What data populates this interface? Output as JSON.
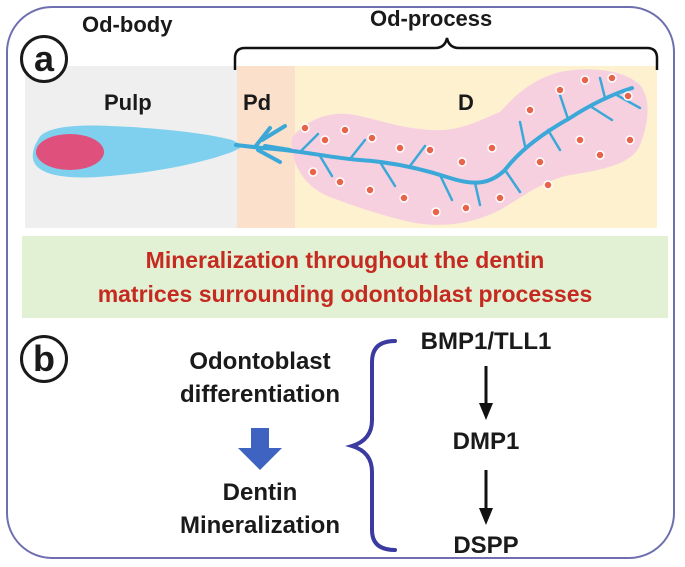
{
  "panel_a": {
    "label": "a",
    "od_body_label": "Od-body",
    "od_process_label": "Od-process",
    "region_pulp": "Pulp",
    "region_pd": "Pd",
    "region_d": "D",
    "mineralization_line1": "Mineralization throughout the dentin",
    "mineralization_line2": "matrices surrounding odontoblast processes"
  },
  "panel_b": {
    "label": "b",
    "left_top_line1": "Odontoblast",
    "left_top_line2": "differentiation",
    "left_bottom_line1": "Dentin",
    "left_bottom_line2": "Mineralization",
    "pathway": [
      "BMP1/TLL1",
      "DMP1",
      "DSPP"
    ]
  },
  "colors": {
    "frame": "#6f6fb0",
    "pulp_bg": "#efefef",
    "pd_bg": "#fbe0cc",
    "d_bg": "#fdf1d0",
    "matrix": "#f7cde0",
    "cell_body": "#7fd0ee",
    "nucleus": "#e0507c",
    "process": "#3ba8d8",
    "mineral_dot": "#e8634a",
    "banner_bg": "#e2f0d3",
    "banner_text": "#c52a20",
    "block_arrow": "#3f63c0",
    "brace": "#3a3aa0"
  }
}
